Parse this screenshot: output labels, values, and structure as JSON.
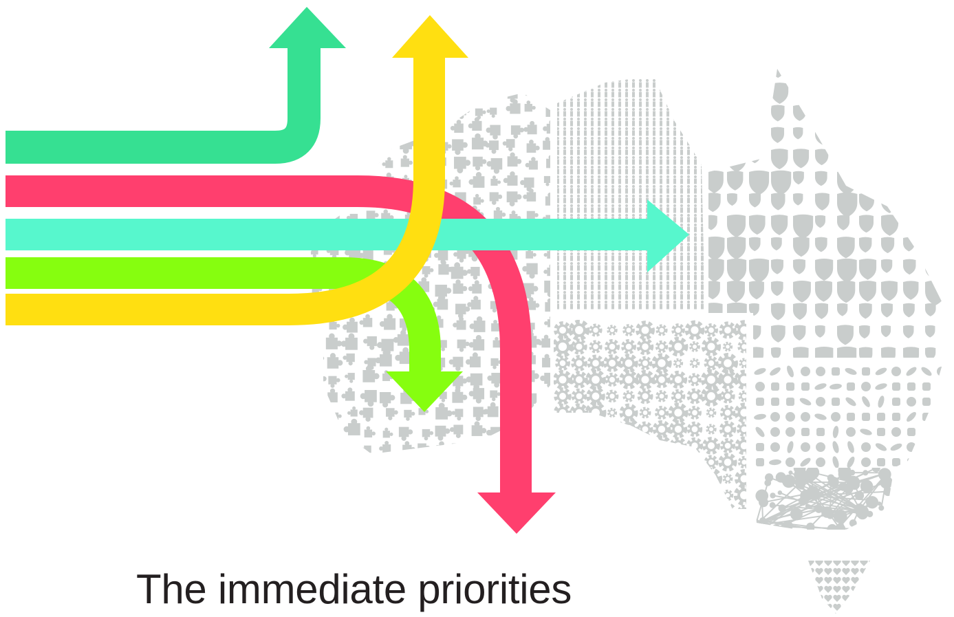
{
  "caption": "The immediate priorities",
  "colors": {
    "map_grey": "#c9cdcc",
    "arrow_teal_green": "#36e092",
    "arrow_red": "#ff3f6e",
    "arrow_aqua": "#57f7cd",
    "arrow_lime": "#86fe0f",
    "arrow_yellow": "#ffdf11",
    "text": "#231f20"
  },
  "map_regions": [
    {
      "name": "western-region",
      "icon": "puzzle-piece-icon"
    },
    {
      "name": "northern-region",
      "icon": "family-figures-icon"
    },
    {
      "name": "queensland-region",
      "icon": "shield-icon"
    },
    {
      "name": "southern-region",
      "icon": "gear-icon"
    },
    {
      "name": "new-south-wales-region",
      "icon": "food-icon"
    },
    {
      "name": "victoria-region",
      "icon": "molecule-network-icon"
    },
    {
      "name": "tasmania-region",
      "icon": "heart-icon"
    }
  ],
  "arrows": [
    {
      "name": "green-arrow-up",
      "direction": "up"
    },
    {
      "name": "yellow-arrow-up",
      "direction": "up"
    },
    {
      "name": "red-arrow-down",
      "direction": "down"
    },
    {
      "name": "aqua-arrow-right",
      "direction": "right"
    },
    {
      "name": "lime-arrow-down",
      "direction": "down"
    }
  ]
}
